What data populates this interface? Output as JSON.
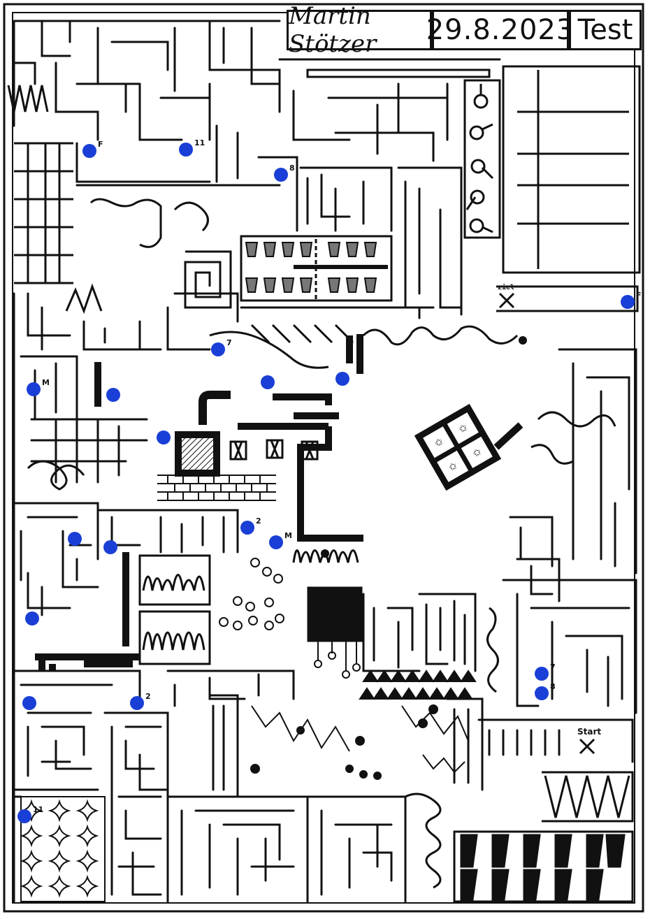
{
  "header": {
    "author": "Martin Stötzer",
    "date": "29.8.2023",
    "label": "Test"
  },
  "markers": {
    "goal_label": "ziel",
    "start_label": "Start"
  },
  "waypoints": [
    {
      "id": "wp1",
      "label": "F"
    },
    {
      "id": "wp2",
      "label": "11"
    },
    {
      "id": "wp3",
      "label": "8"
    },
    {
      "id": "wp4",
      "label": "F"
    },
    {
      "id": "wp5",
      "label": "7"
    },
    {
      "id": "wp6",
      "label": "M"
    },
    {
      "id": "wp7",
      "label": ""
    },
    {
      "id": "wp8",
      "label": ""
    },
    {
      "id": "wp9",
      "label": ""
    },
    {
      "id": "wp10",
      "label": ""
    },
    {
      "id": "wp11",
      "label": "2"
    },
    {
      "id": "wp12",
      "label": "M"
    },
    {
      "id": "wp13",
      "label": ""
    },
    {
      "id": "wp14",
      "label": ""
    },
    {
      "id": "wp15",
      "label": ""
    },
    {
      "id": "wp16",
      "label": ""
    },
    {
      "id": "wp17",
      "label": "2"
    },
    {
      "id": "wp18",
      "label": "7"
    },
    {
      "id": "wp19",
      "label": "8"
    },
    {
      "id": "wp20",
      "label": "11"
    }
  ],
  "colors": {
    "ink": "#111111",
    "paper": "#ffffff",
    "waypoint": "#1a3fd6",
    "shade": "#666666"
  }
}
